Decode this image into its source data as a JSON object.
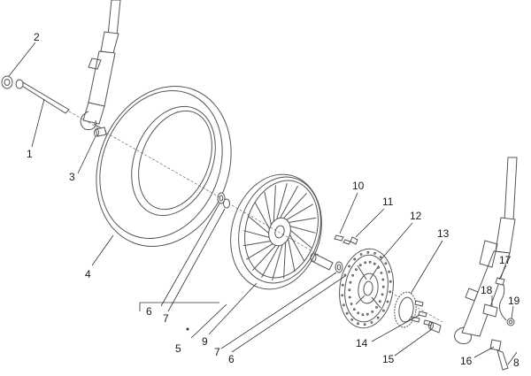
{
  "diagram": {
    "labels": {
      "c1": "1",
      "c2": "2",
      "c3": "3",
      "c4": "4",
      "c5": "5",
      "c6a": "6",
      "c6b": "6",
      "c7a": "7",
      "c7b": "7",
      "c8": "8",
      "c9": "9",
      "c10": "10",
      "c11": "11",
      "c12": "12",
      "c13": "13",
      "c14": "14",
      "c15": "15",
      "c16": "16",
      "c17": "17",
      "c18": "18",
      "c19": "19"
    }
  }
}
